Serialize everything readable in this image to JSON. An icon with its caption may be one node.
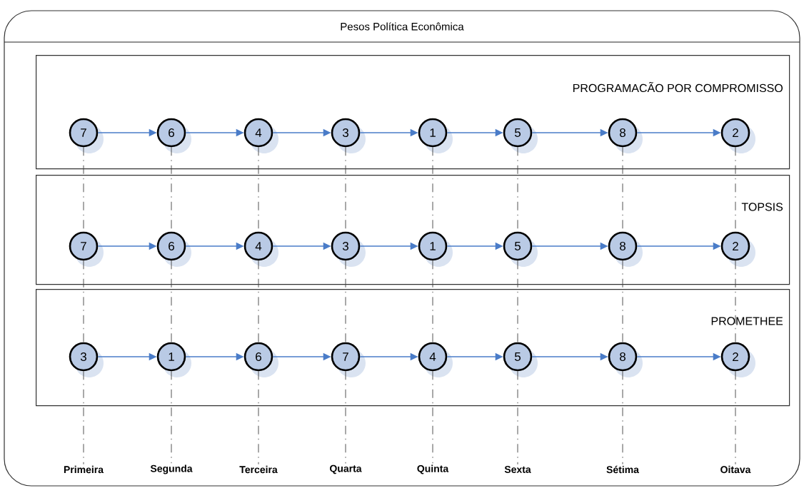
{
  "diagram": {
    "nodes": [
      {
        "text": [
          "Pesos Política Econômica"
        ]
      },
      {
        "text": [
          "PROGRAMACÃO POR COMPROMISSO"
        ],
        "in": 0
      },
      {
        "text": [
          "7"
        ],
        "in": 1
      },
      {
        "text": [
          "6"
        ],
        "in": 1
      },
      {
        "text": [
          "4"
        ],
        "in": 1
      },
      {
        "text": [
          "3"
        ],
        "in": 1
      },
      {
        "text": [
          "1"
        ],
        "in": 1
      },
      {
        "text": [
          "5"
        ],
        "in": 1
      },
      {
        "text": [
          "8"
        ],
        "in": 1
      },
      {
        "text": [
          "2"
        ],
        "in": 1
      },
      {
        "text": [
          "TOPSIS"
        ],
        "in": 0
      },
      {
        "text": [
          "7"
        ],
        "in": 10
      },
      {
        "text": [
          "6"
        ],
        "in": 10
      },
      {
        "text": [
          "4"
        ],
        "in": 10
      },
      {
        "text": [
          "3"
        ],
        "in": 10
      },
      {
        "text": [
          "1"
        ],
        "in": 10
      },
      {
        "text": [
          "5"
        ],
        "in": 10
      },
      {
        "text": [
          "8"
        ],
        "in": 10
      },
      {
        "text": [
          "2"
        ],
        "in": 10
      },
      {
        "text": [
          "PROMETHEE"
        ],
        "in": 0
      },
      {
        "text": [
          "3"
        ],
        "in": 19
      },
      {
        "text": [
          "1"
        ],
        "in": 19
      },
      {
        "text": [
          "6"
        ],
        "in": 19
      },
      {
        "text": [
          "7"
        ],
        "in": 19
      },
      {
        "text": [
          "4"
        ],
        "in": 19
      },
      {
        "text": [
          "5"
        ],
        "in": 19
      },
      {
        "text": [
          "8"
        ],
        "in": 19
      },
      {
        "text": [
          "2"
        ],
        "in": 19
      },
      {
        "text": [
          "Primeira"
        ],
        "in": 0
      },
      {
        "text": [
          "Segunda"
        ],
        "in": 0
      },
      {
        "text": [
          "Terceira"
        ],
        "in": 0
      },
      {
        "text": [
          "Quarta"
        ],
        "in": 0
      },
      {
        "text": [
          "Quinta"
        ],
        "in": 0
      },
      {
        "text": [
          "Sexta"
        ],
        "in": 0
      },
      {
        "text": [
          "Sétima"
        ],
        "in": 0
      },
      {
        "text": [
          "Oitava"
        ],
        "in": 0
      }
    ],
    "edges": [
      {
        "from": 2,
        "to": 3,
        "arrow": "to",
        "color": "#4a7cc8"
      },
      {
        "from": 3,
        "to": 4,
        "arrow": "to",
        "color": "#4a7cc8"
      },
      {
        "from": 4,
        "to": 5,
        "arrow": "to",
        "color": "#4a7cc8"
      },
      {
        "from": 5,
        "to": 6,
        "arrow": "to",
        "color": "#4a7cc8"
      },
      {
        "from": 6,
        "to": 7,
        "arrow": "to",
        "color": "#4a7cc8"
      },
      {
        "from": 7,
        "to": 8,
        "arrow": "to",
        "color": "#4a7cc8"
      },
      {
        "from": 8,
        "to": 9,
        "arrow": "to",
        "color": "#4a7cc8"
      },
      {
        "from": 11,
        "to": 12,
        "arrow": "to",
        "color": "#4a7cc8"
      },
      {
        "from": 12,
        "to": 13,
        "arrow": "to",
        "color": "#4a7cc8"
      },
      {
        "from": 13,
        "to": 14,
        "arrow": "to",
        "color": "#4a7cc8"
      },
      {
        "from": 14,
        "to": 15,
        "arrow": "to",
        "color": "#4a7cc8"
      },
      {
        "from": 15,
        "to": 16,
        "arrow": "to",
        "color": "#4a7cc8"
      },
      {
        "from": 16,
        "to": 17,
        "arrow": "to",
        "color": "#4a7cc8"
      },
      {
        "from": 17,
        "to": 18,
        "arrow": "to",
        "color": "#4a7cc8"
      },
      {
        "from": 20,
        "to": 21,
        "arrow": "to",
        "color": "#4a7cc8"
      },
      {
        "from": 21,
        "to": 22,
        "arrow": "to",
        "color": "#4a7cc8"
      },
      {
        "from": 22,
        "to": 23,
        "arrow": "to",
        "color": "#4a7cc8"
      },
      {
        "from": 23,
        "to": 24,
        "arrow": "to",
        "color": "#4a7cc8"
      },
      {
        "from": 24,
        "to": 25,
        "arrow": "to",
        "color": "#4a7cc8"
      },
      {
        "from": 25,
        "to": 26,
        "arrow": "to",
        "color": "#4a7cc8"
      },
      {
        "from": 26,
        "to": 27,
        "arrow": "to",
        "color": "#4a7cc8"
      },
      {
        "from": 2,
        "to": 11,
        "arrow": "none",
        "style": "dashed"
      },
      {
        "from": 11,
        "to": 20,
        "arrow": "none",
        "style": "dashed"
      },
      {
        "from": 20,
        "to": 28,
        "arrow": "none",
        "style": "dashed"
      },
      {
        "from": 3,
        "to": 12,
        "arrow": "none",
        "style": "dashed"
      },
      {
        "from": 12,
        "to": 21,
        "arrow": "none",
        "style": "dashed"
      },
      {
        "from": 21,
        "to": 29,
        "arrow": "none",
        "style": "dashed"
      },
      {
        "from": 4,
        "to": 13,
        "arrow": "none",
        "style": "dashed"
      },
      {
        "from": 13,
        "to": 22,
        "arrow": "none",
        "style": "dashed"
      },
      {
        "from": 22,
        "to": 30,
        "arrow": "none",
        "style": "dashed"
      },
      {
        "from": 5,
        "to": 14,
        "arrow": "none",
        "style": "dashed"
      },
      {
        "from": 14,
        "to": 23,
        "arrow": "none",
        "style": "dashed"
      },
      {
        "from": 23,
        "to": 31,
        "arrow": "none",
        "style": "dashed"
      },
      {
        "from": 6,
        "to": 15,
        "arrow": "none",
        "style": "dashed"
      },
      {
        "from": 15,
        "to": 24,
        "arrow": "none",
        "style": "dashed"
      },
      {
        "from": 24,
        "to": 32,
        "arrow": "none",
        "style": "dashed"
      },
      {
        "from": 7,
        "to": 16,
        "arrow": "none",
        "style": "dashed"
      },
      {
        "from": 16,
        "to": 25,
        "arrow": "none",
        "style": "dashed"
      },
      {
        "from": 25,
        "to": 33,
        "arrow": "none",
        "style": "dashed"
      },
      {
        "from": 8,
        "to": 17,
        "arrow": "none",
        "style": "dashed"
      },
      {
        "from": 17,
        "to": 26,
        "arrow": "none",
        "style": "dashed"
      },
      {
        "from": 26,
        "to": 34,
        "arrow": "none",
        "style": "dashed"
      },
      {
        "from": 9,
        "to": 18,
        "arrow": "none",
        "style": "dashed"
      },
      {
        "from": 18,
        "to": 27,
        "arrow": "none",
        "style": "dashed"
      },
      {
        "from": 27,
        "to": 35,
        "arrow": "none",
        "style": "dashed"
      }
    ]
  }
}
